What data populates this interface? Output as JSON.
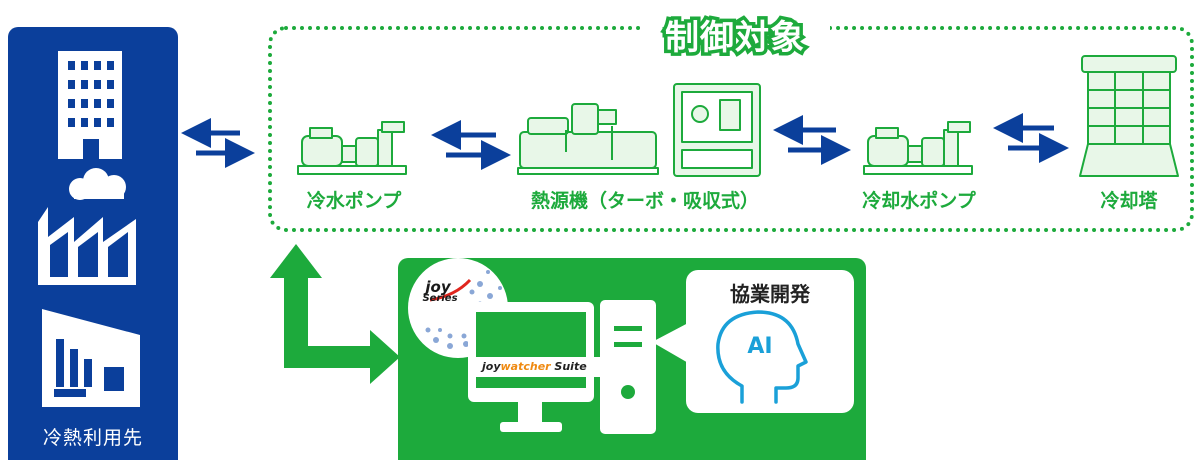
{
  "user_panel": {
    "label": "冷熱利用先",
    "icons": [
      "building-icon",
      "factory-icon",
      "facility-icon"
    ]
  },
  "control_group": {
    "title": "制御対象",
    "equipment": [
      {
        "label": "冷水ポンプ",
        "icon": "pump-icon"
      },
      {
        "label": "熱源機（ターボ・吸収式）",
        "icon": "chiller-icon"
      },
      {
        "label": "冷却水ポンプ",
        "icon": "pump-icon"
      },
      {
        "label": "冷却塔",
        "icon": "cooling-tower-icon"
      }
    ]
  },
  "system_panel": {
    "logo_joy": "joy",
    "logo_series": "Series",
    "suite_label_prefix": "joy",
    "suite_label_accent": "watcher",
    "suite_label_suffix": " Suite",
    "ai_box": {
      "title": "協業開発",
      "ai_text": "AI"
    }
  },
  "colors": {
    "navy": "#0b3f9b",
    "green": "#1daa3c",
    "light_green_fill": "#e8f7e8",
    "ai_blue": "#1aa0d8",
    "accent_orange": "#ef8a12"
  }
}
